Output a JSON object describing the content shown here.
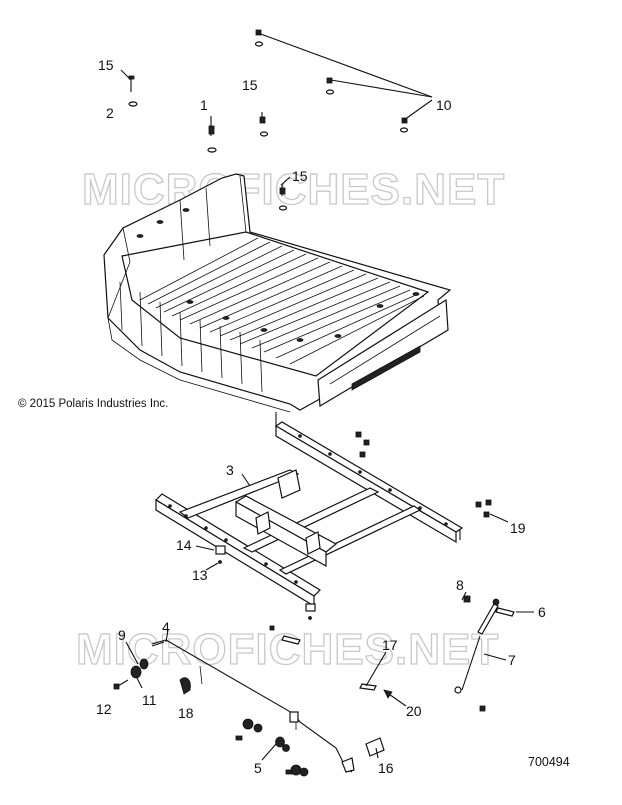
{
  "watermark": "MICROFICHES.NET",
  "copyright": "© 2015 Polaris Industries Inc.",
  "document_number": "700494",
  "callouts": {
    "c15a": "15",
    "c2": "2",
    "c1": "1",
    "c15b": "15",
    "c10": "10",
    "c15c": "15",
    "c3": "3",
    "c19": "19",
    "c14": "14",
    "c13": "13",
    "c8": "8",
    "c6": "6",
    "c4": "4",
    "c9": "9",
    "c11": "11",
    "c12": "12",
    "c18": "18",
    "c17": "17",
    "c7": "7",
    "c20": "20",
    "c5": "5",
    "c16": "16"
  }
}
